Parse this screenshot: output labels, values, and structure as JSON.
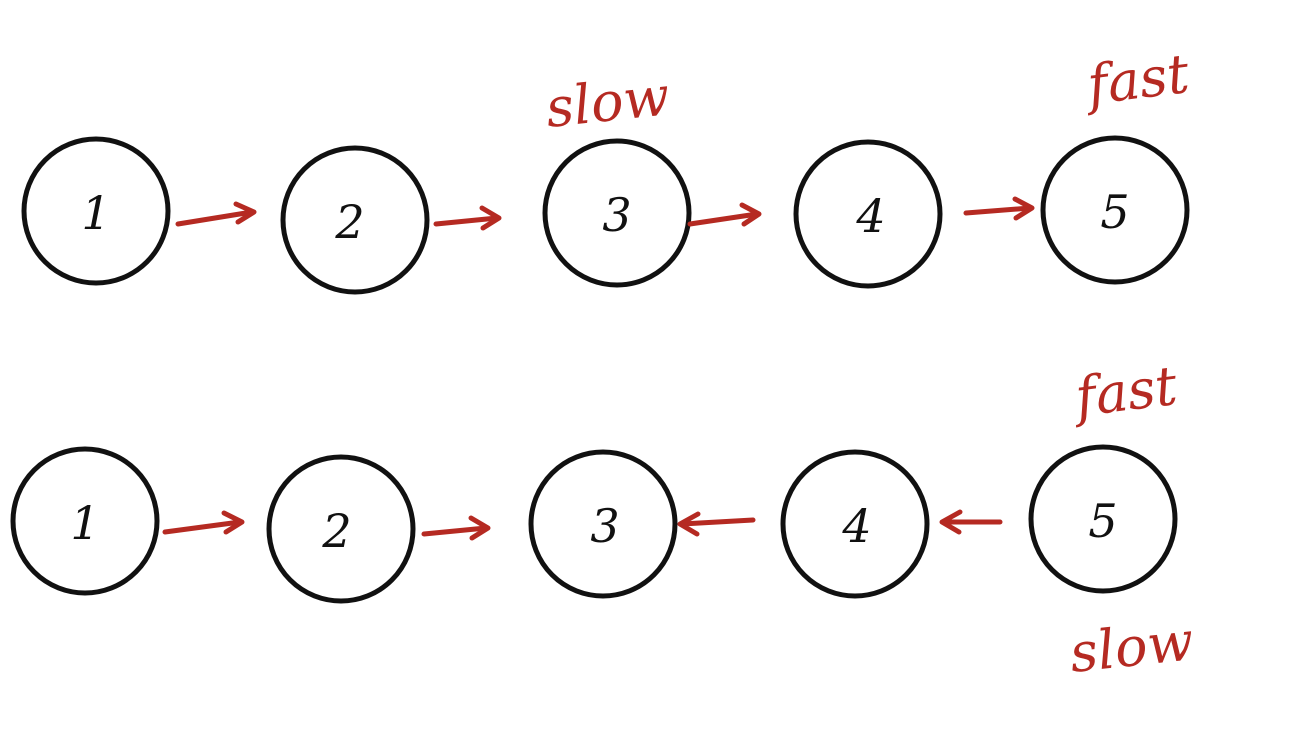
{
  "colors": {
    "node_stroke": "#111111",
    "arrow": "#b52a22",
    "pointer_text": "#b52a22",
    "background": "#ffffff"
  },
  "rows": [
    {
      "nodes": [
        "1",
        "2",
        "3",
        "4",
        "5"
      ],
      "arrows": [
        {
          "from": 0,
          "to": 1
        },
        {
          "from": 1,
          "to": 2
        },
        {
          "from": 2,
          "to": 3
        },
        {
          "from": 3,
          "to": 4
        }
      ],
      "pointers": [
        {
          "label": "slow",
          "node": 2
        },
        {
          "label": "fast",
          "node": 4
        }
      ]
    },
    {
      "nodes": [
        "1",
        "2",
        "3",
        "4",
        "5"
      ],
      "arrows": [
        {
          "from": 0,
          "to": 1
        },
        {
          "from": 1,
          "to": 2
        },
        {
          "from": 3,
          "to": 2
        },
        {
          "from": 4,
          "to": 3
        }
      ],
      "pointers": [
        {
          "label": "fast",
          "node": 4
        },
        {
          "label": "slow",
          "node": 4
        }
      ]
    }
  ]
}
